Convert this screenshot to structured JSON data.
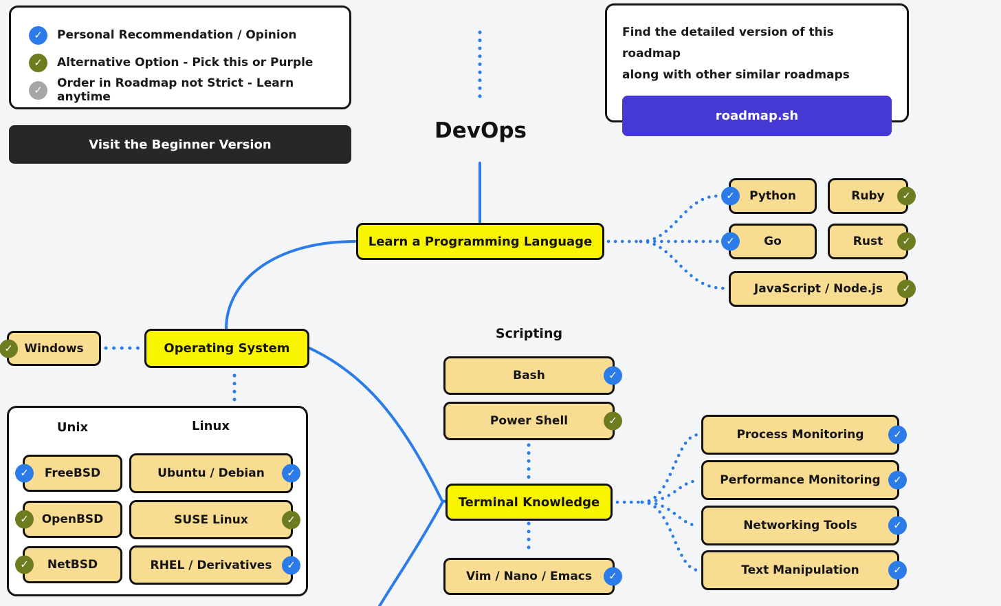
{
  "title": "DevOps",
  "legend": {
    "items": [
      {
        "label": "Personal Recommendation / Opinion",
        "check": "blue"
      },
      {
        "label": "Alternative Option - Pick this or Purple",
        "check": "olive"
      },
      {
        "label": "Order in Roadmap not Strict - Learn anytime",
        "check": "gray"
      }
    ]
  },
  "beginner_button": {
    "label": "Visit the Beginner Version"
  },
  "promo": {
    "line1": "Find the detailed version of this roadmap",
    "line2": "along with other similar roadmaps",
    "button_label": "roadmap.sh"
  },
  "section_labels": {
    "scripting": "Scripting"
  },
  "group_headers": {
    "unix": "Unix",
    "linux": "Linux"
  },
  "nodes": {
    "learn_language": {
      "label": "Learn a Programming Language"
    },
    "python": {
      "label": "Python"
    },
    "ruby": {
      "label": "Ruby"
    },
    "go": {
      "label": "Go"
    },
    "rust": {
      "label": "Rust"
    },
    "javascript": {
      "label": "JavaScript / Node.js"
    },
    "windows": {
      "label": "Windows"
    },
    "operating_system": {
      "label": "Operating System"
    },
    "freebsd": {
      "label": "FreeBSD"
    },
    "openbsd": {
      "label": "OpenBSD"
    },
    "netbsd": {
      "label": "NetBSD"
    },
    "ubuntu": {
      "label": "Ubuntu / Debian"
    },
    "suse": {
      "label": "SUSE Linux"
    },
    "rhel": {
      "label": "RHEL / Derivatives"
    },
    "bash": {
      "label": "Bash"
    },
    "powershell": {
      "label": "Power Shell"
    },
    "terminal_knowledge": {
      "label": "Terminal Knowledge"
    },
    "vim": {
      "label": "Vim / Nano / Emacs"
    },
    "process_monitoring": {
      "label": "Process Monitoring"
    },
    "performance_monitoring": {
      "label": "Performance Monitoring"
    },
    "networking_tools": {
      "label": "Networking Tools"
    },
    "text_manipulation": {
      "label": "Text Manipulation"
    }
  },
  "colors": {
    "primary_node": "#f9f400",
    "secondary_node": "#f8dc92",
    "recommended_check": "#2b7ce9",
    "alternative_check": "#6d7c1f",
    "optional_check": "#a6a6a6",
    "connector": "#2b7ce9",
    "cta_button": "#4638d2"
  },
  "check_glyph": "✓"
}
